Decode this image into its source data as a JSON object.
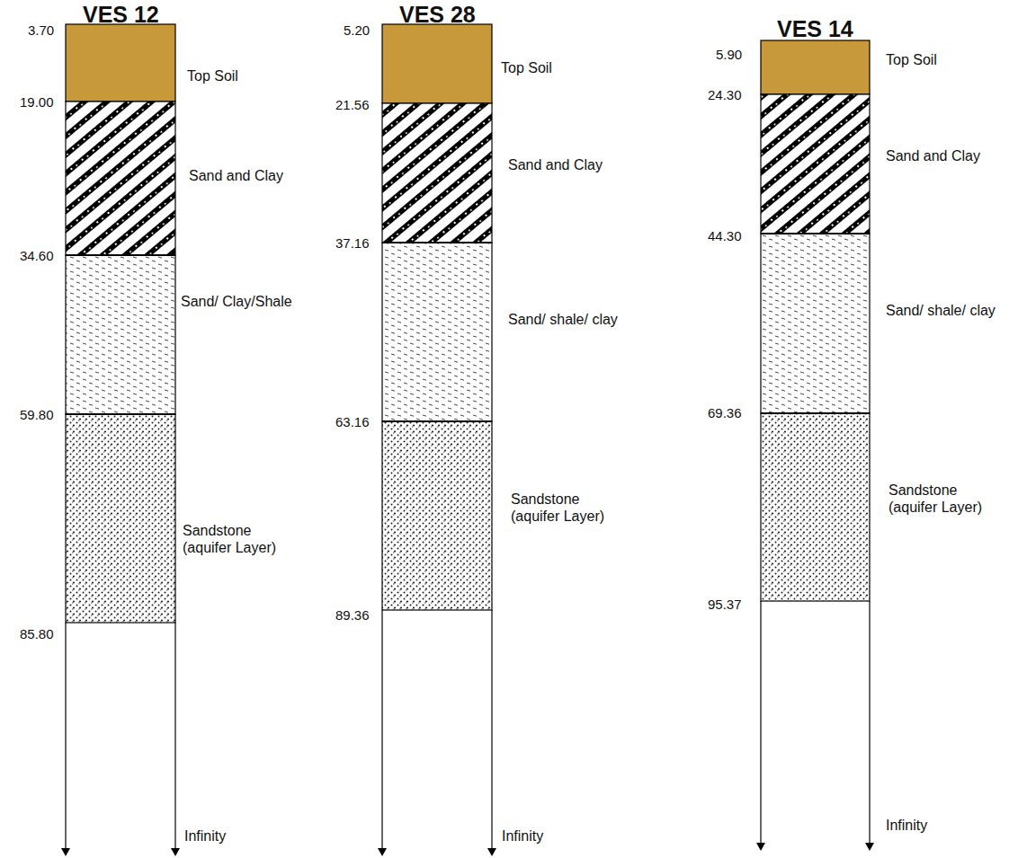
{
  "diagram": {
    "nodes": [
      {
        "text": [
          "Top Soil"
        ]
      },
      {
        "text": [
          "Sand and Clay"
        ]
      },
      {
        "text": [
          "Sand/ Clay/Shale"
        ]
      },
      {
        "text": [
          "Sandstone (aquifer Layer)"
        ]
      },
      {
        "text": [
          "Infinity"
        ]
      },
      {
        "text": [
          "Top Soil"
        ]
      },
      {
        "text": [
          "Sand and Clay"
        ]
      },
      {
        "text": [
          "Sand/ shale/ clay"
        ]
      },
      {
        "text": [
          "Sandstone (aquifer Layer)"
        ]
      },
      {
        "text": [
          "Infinity"
        ]
      },
      {
        "text": [
          "Top Soil"
        ]
      },
      {
        "text": [
          "Sand and Clay"
        ]
      },
      {
        "text": [
          "Sand/ shale/ clay"
        ]
      },
      {
        "text": [
          "Sandstone (aquifer Layer)"
        ]
      },
      {
        "text": [
          "Infinity"
        ]
      }
    ],
    "labels": [
      "VES 12",
      "3.70",
      "19.00",
      "34.60",
      "59.80",
      "85.80",
      "VES 28",
      "5.20",
      "21.56",
      "37.16",
      "63.16",
      "89.36",
      "VES 14",
      "5.90",
      "24.30",
      "44.30",
      "69.36",
      "95.37"
    ]
  }
}
